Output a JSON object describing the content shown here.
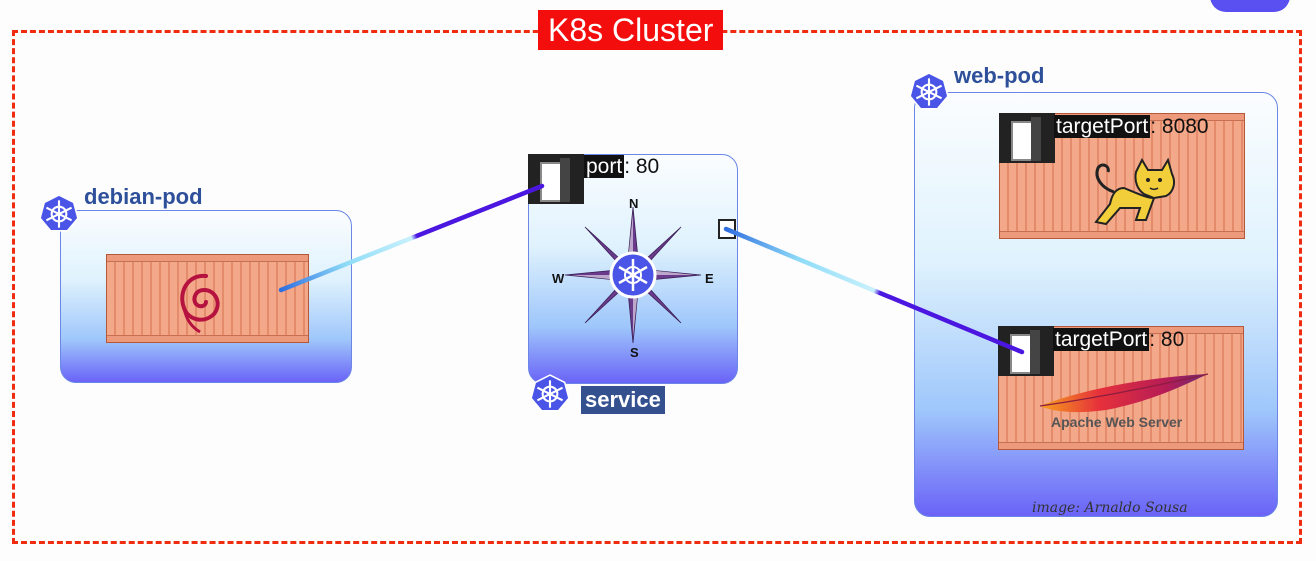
{
  "cluster": {
    "title": "K8s Cluster"
  },
  "pods": {
    "debian": {
      "label": "debian-pod"
    },
    "service": {
      "label": "service"
    },
    "web": {
      "label": "web-pod"
    }
  },
  "ports": {
    "service_port": {
      "key": "port",
      "value": ": 80"
    },
    "tomcat_port": {
      "key": "targetPort",
      "value": ": 8080"
    },
    "apache_port": {
      "key": "targetPort",
      "value": ": 80"
    }
  },
  "compass": {
    "n": "N",
    "s": "S",
    "e": "E",
    "w": "W"
  },
  "apache": {
    "caption": "Apache Web Server"
  },
  "credit": "image: Arnaldo Sousa",
  "colors": {
    "cluster_border": "#ef2b10",
    "title_bg": "#f40d0d",
    "pod_label": "#2e4f9a",
    "k8s_blue": "#4a55e8",
    "link_dark": "#4a16e0",
    "link_light": "#9ee6fb"
  }
}
